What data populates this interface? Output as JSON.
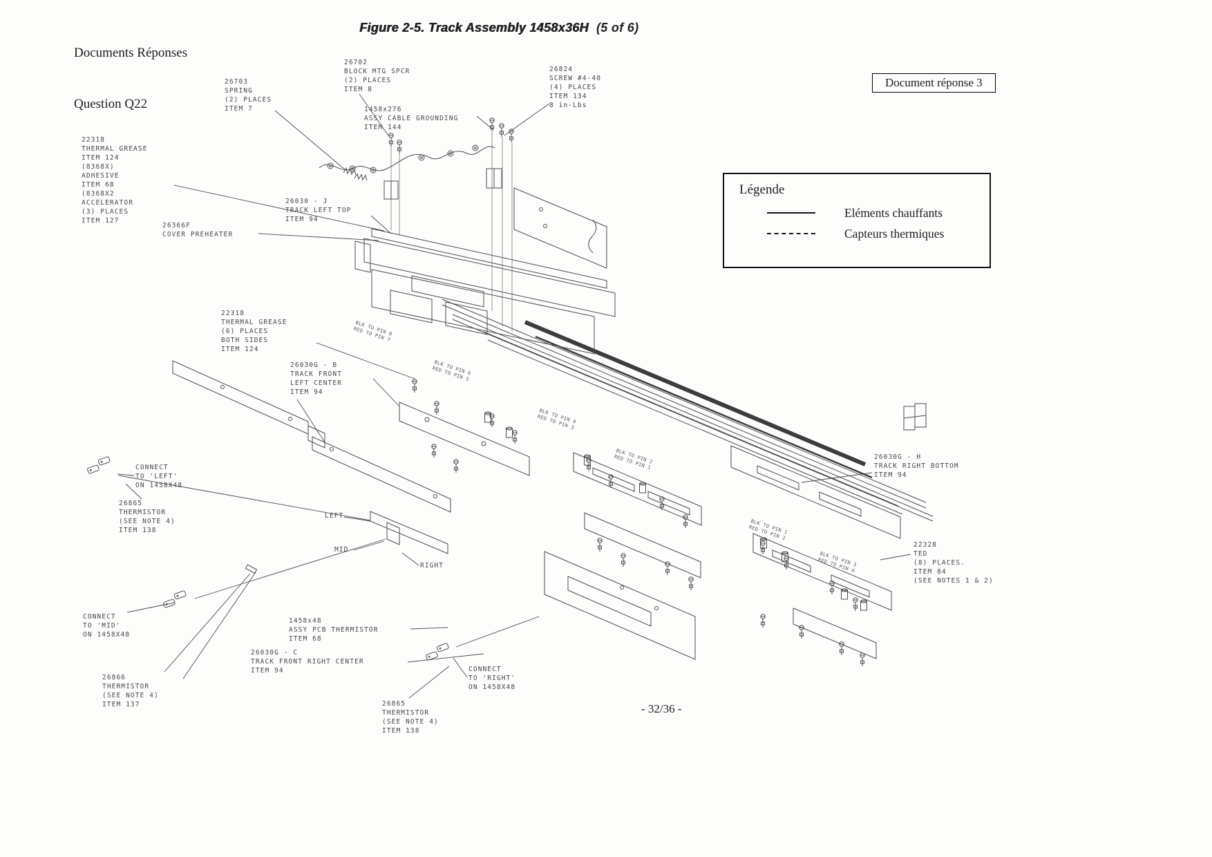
{
  "header": {
    "figure_title": "Figure 2-5.  Track Assembly 1458x36H",
    "figure_title_suffix": "(5 of 6)",
    "documents_responses": "Documents Réponses",
    "question": "Question Q22",
    "document_response": "Document réponse 3"
  },
  "legend": {
    "title": "Légende",
    "items": [
      {
        "line_style": "solid",
        "label": "Eléments chauffants"
      },
      {
        "line_style": "dashed",
        "label": "Capteurs thermiques"
      }
    ]
  },
  "footer": {
    "page_number": "- 32/36 -"
  },
  "colors": {
    "ink": "#474747",
    "paper": "#fdfdfc",
    "heater_bar": "#3c3c3c"
  },
  "diagram": {
    "callouts": [
      {
        "text": "26702\nBLOCK MTG SPCR\n(2) PLACES\nITEM 8"
      },
      {
        "text": "26703\nSPRING\n(2) PLACES\nITEM 7"
      },
      {
        "text": "26824\nSCREW #4-40\n(4) PLACES\nITEM 134\n8 in-Lbs"
      },
      {
        "text": "1458x276\nASSY CABLE GROUNDING\nITEM 144"
      },
      {
        "text": "22318\nTHERMAL GREASE\nITEM 124\n(8368X)\nADHESIVE\nITEM 68\n(8368X2\nACCELERATOR\n(3) PLACES\nITEM 127"
      },
      {
        "text": "26366F\nCOVER PREHEATER"
      },
      {
        "text": "26030 - J\nTRACK LEFT TOP\nITEM 94"
      },
      {
        "text": "22318\nTHERMAL GREASE\n(6) PLACES\nBOTH SIDES\nITEM 124"
      },
      {
        "text": "26030G - B\nTRACK FRONT\nLEFT CENTER\nITEM 94"
      },
      {
        "text": "CONNECT\nTO 'LEFT'\nON 1458X48"
      },
      {
        "text": "26865\nTHERMISTOR\n(SEE NOTE 4)\nITEM 138"
      },
      {
        "text": "LEFT"
      },
      {
        "text": "MID"
      },
      {
        "text": "RIGHT"
      },
      {
        "text": "CONNECT\nTO 'MID'\nON 1458X48"
      },
      {
        "text": "26866\nTHERMISTOR\n(SEE NOTE 4)\nITEM 137"
      },
      {
        "text": "1458x48\nASSY PCB THERMISTOR\nITEM 68"
      },
      {
        "text": "26030G - C\nTRACK FRONT RIGHT CENTER\nITEM 94"
      },
      {
        "text": "26865\nTHERMISTOR\n(SEE NOTE 4)\nITEM 138"
      },
      {
        "text": "CONNECT\nTO 'RIGHT'\nON 1458X48"
      },
      {
        "text": "26030G - H\nTRACK RIGHT BOTTOM\nITEM 94"
      },
      {
        "text": "22328\nTED\n(8) PLACES.\nITEM 84\n(SEE NOTES 1 & 2)"
      }
    ],
    "pin_labels": [
      {
        "text": "BLK TO PIN 8\nRED TO PIN 7"
      },
      {
        "text": "BLK TO PIN 6\nRED TO PIN 5"
      },
      {
        "text": "BLK TO PIN 4\nRED TO PIN 3"
      },
      {
        "text": "BLK TO PIN 2\nRED TO PIN 1"
      },
      {
        "text": "BLK TO PIN 1\nRED TO PIN 2"
      },
      {
        "text": "BLK TO PIN 3\nRED TO PIN 4"
      }
    ]
  }
}
